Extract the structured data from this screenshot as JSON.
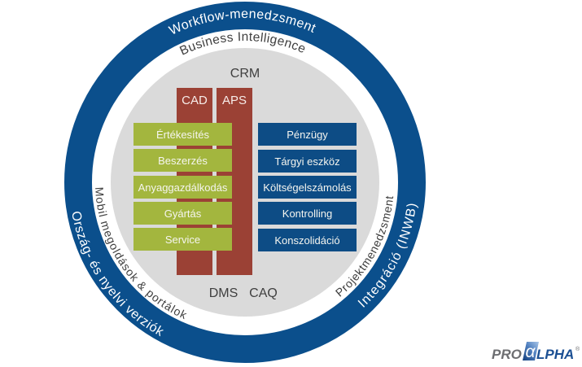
{
  "diagram": {
    "outer_ring": {
      "top": "Workflow-menedzsment",
      "left": "Ország- és nyelvi verziók",
      "right": "Integráció (INWB)"
    },
    "inner_ring": {
      "top": "Business Intelligence",
      "left": "Mobil megoldások & portálok",
      "right": "Projektmenedzsment"
    },
    "core": {
      "top_label": "CRM",
      "bottom_labels": [
        "DMS",
        "CAQ"
      ]
    },
    "vertical_bars": [
      "CAD",
      "APS"
    ],
    "logistics_modules": [
      "Értékesítés",
      "Beszerzés",
      "Anyaggazdálkodás",
      "Gyártás",
      "Service"
    ],
    "finance_modules": [
      "Pénzügy",
      "Tárgyi eszköz",
      "Költségelszámolás",
      "Kontrolling",
      "Konszolidáció"
    ]
  },
  "logo": {
    "prefix": "PRO",
    "symbol": "α",
    "suffix": "LPHA",
    "trademark": "®"
  },
  "colors": {
    "ring_blue": "#0b4f8c",
    "core_gray": "#dadada",
    "bar_red": "#9b4135",
    "module_green": "#a3b63e",
    "module_blue": "#0d4c85",
    "text_dark": "#3f3f3f",
    "logo_gray": "#6d6e71",
    "logo_blue": "#1b4f93"
  }
}
